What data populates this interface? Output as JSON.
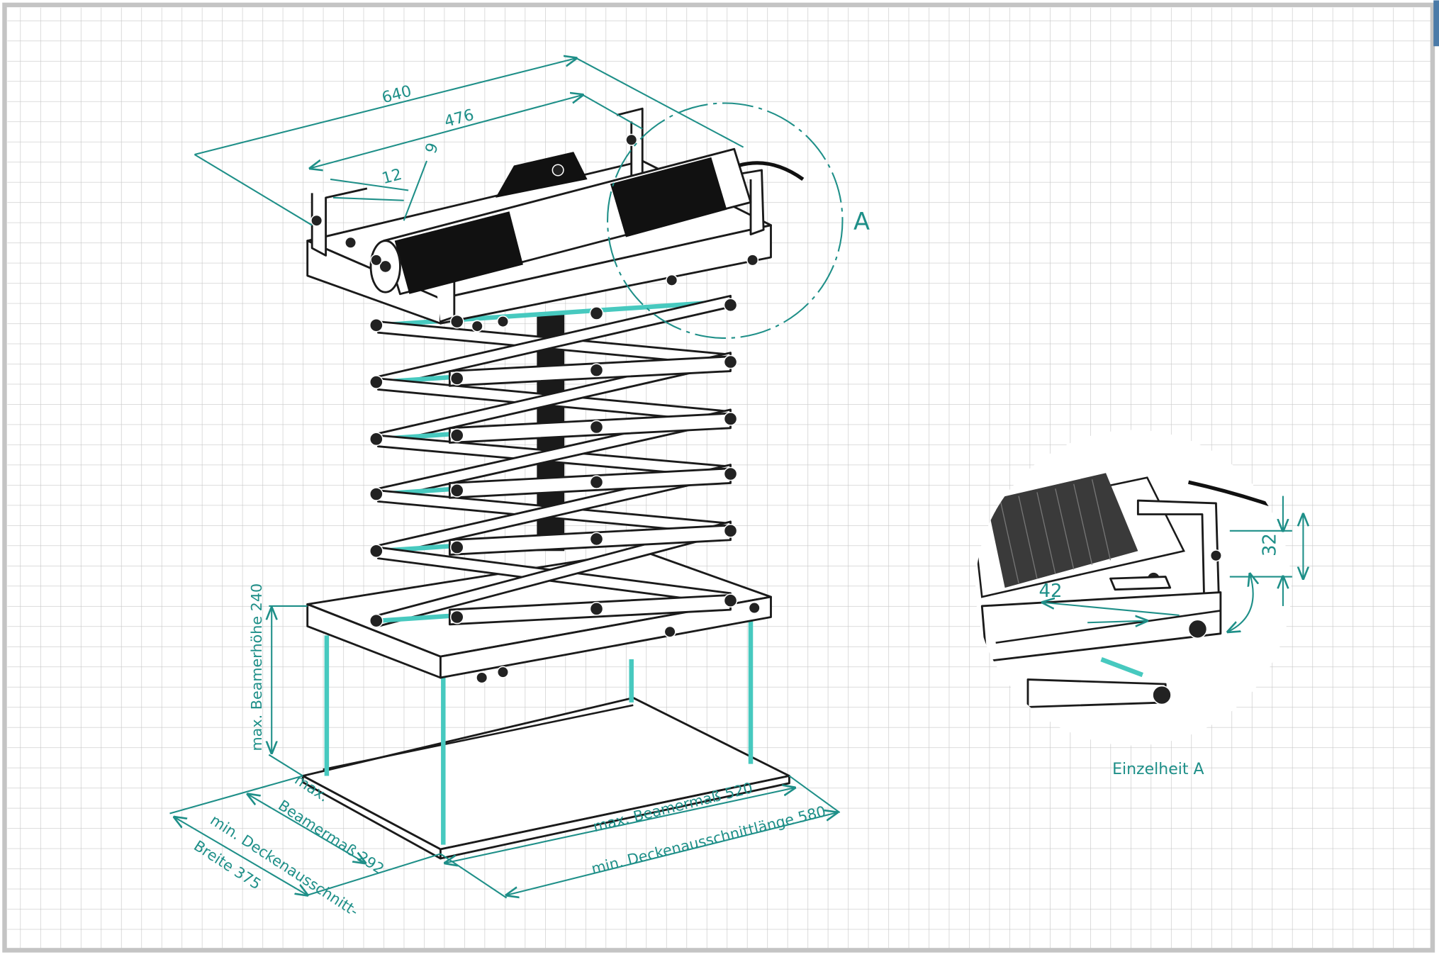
{
  "drawing": {
    "title": "Beamer scissor lift dimensional drawing",
    "dimensions": {
      "overall_length": "640",
      "inner_length": "476",
      "slot_a": "12",
      "slot_b": "9",
      "max_beamer_height": "max. Beamerhöhe 240",
      "max_beamer_width_line1": "max.",
      "max_beamer_width_line2": "Beamermaß 292",
      "min_cutout_width_line1": "min. Deckenausschnitt-",
      "min_cutout_width_line2": "Breite 375",
      "max_beamer_length": "max. Beamermaß 520",
      "min_cutout_length": "min. Deckenausschnittlänge 580"
    },
    "detail_marker": "A",
    "detail": {
      "caption": "Einzelheit A",
      "dim_horizontal": "42",
      "dim_vertical": "32"
    },
    "colors": {
      "accent": "#1e8f88",
      "pole": "#47c9bf",
      "grid": "#c8c8c8",
      "frame": "#c4c4c4"
    }
  }
}
